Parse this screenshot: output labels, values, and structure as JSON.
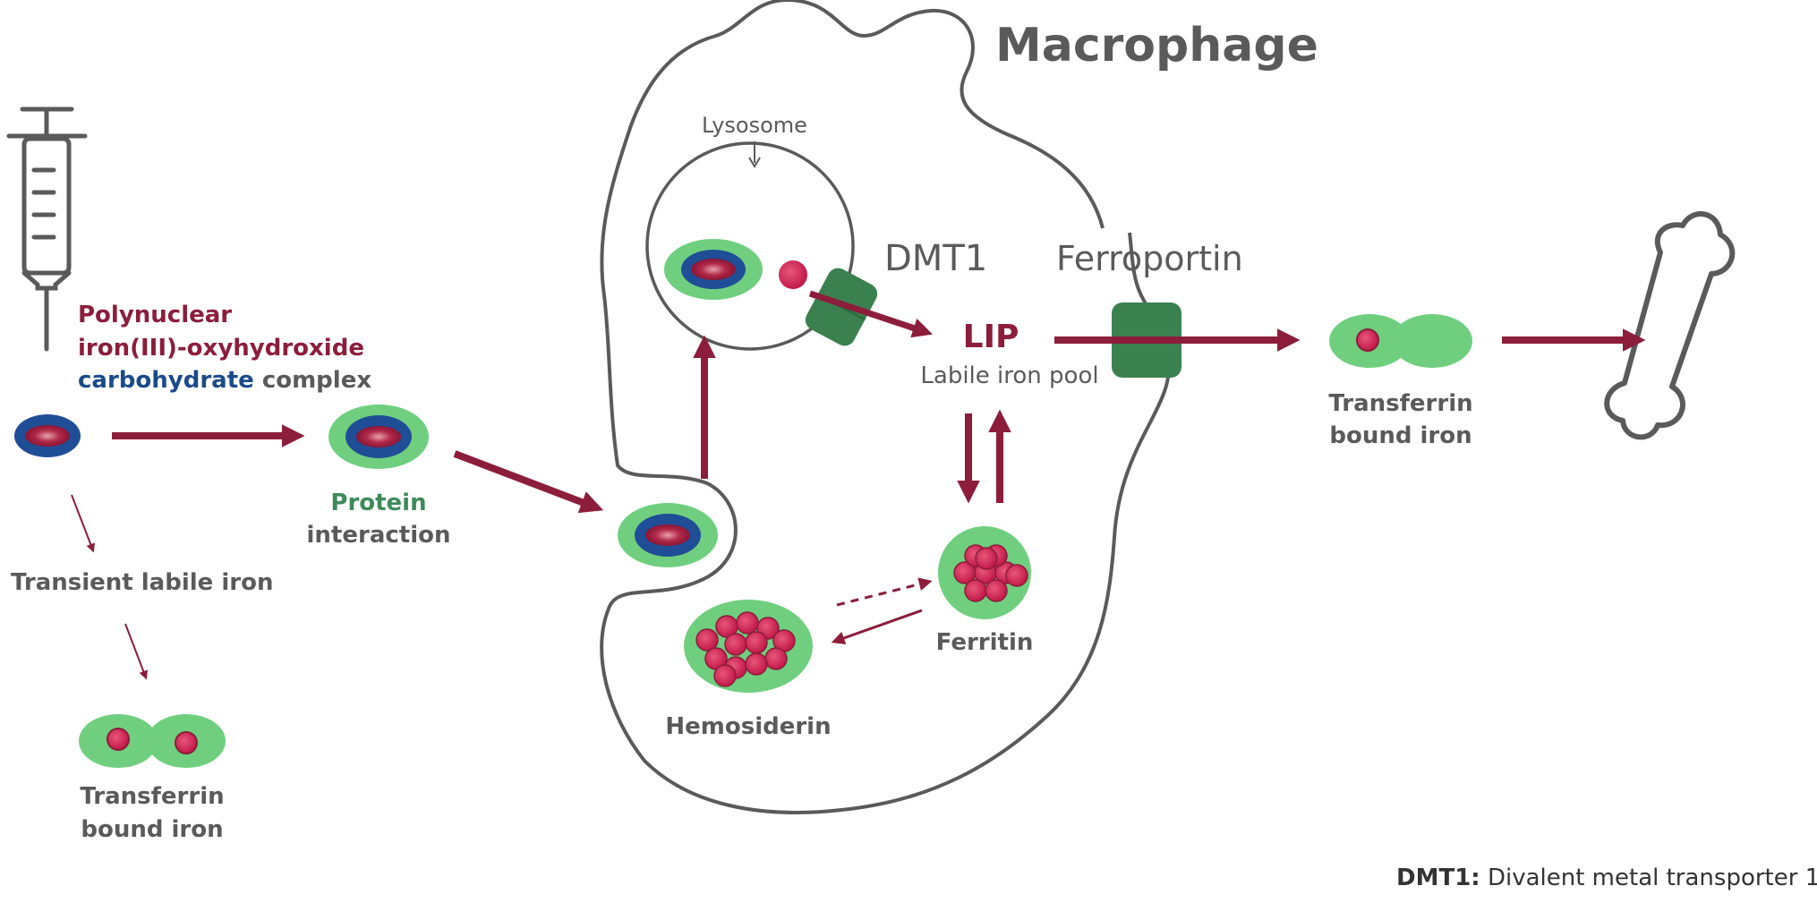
{
  "colors": {
    "maroon": "#8c1d3b",
    "navy": "#1f4e96",
    "light_green": "#6fcf7f",
    "dark_green": "#3b8150",
    "gray": "#5a5a5a",
    "iron_red": "#d43a5e"
  },
  "labels": {
    "macrophage": "Macrophage",
    "lysosome": "Lysosome",
    "dmt1": "DMT1",
    "ferroportin": "Ferroportin",
    "lip": "LIP",
    "lip_sub": "Labile iron pool",
    "complex_line1": "Polynuclear",
    "complex_line2": "iron(III)-oxyhydroxide",
    "complex_line3_a": "carbohydrate",
    "complex_line3_b": " complex",
    "protein_line1": "Protein",
    "protein_line2": "interaction",
    "transient": "Transient labile iron",
    "transferrin_left_1": "Transferrin",
    "transferrin_left_2": "bound iron",
    "transferrin_right_1": "Transferrin",
    "transferrin_right_2": "bound iron",
    "ferritin": "Ferritin",
    "hemosiderin": "Hemosiderin",
    "footnote_bold": "DMT1:",
    "footnote_rest": " Divalent metal transporter 1"
  },
  "icons": [
    "syringe-icon",
    "bone-icon"
  ]
}
